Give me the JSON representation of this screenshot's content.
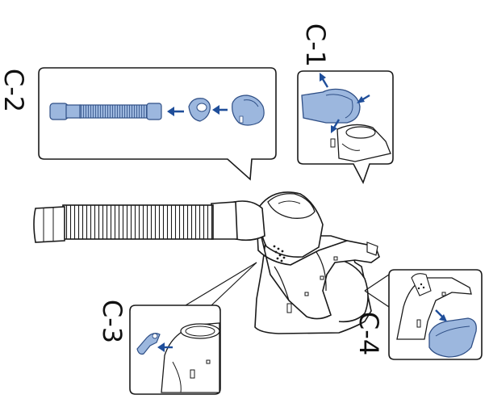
{
  "callouts": {
    "c1": {
      "label": "C-1"
    },
    "c2": {
      "label": "C-2"
    },
    "c3": {
      "label": "C-3"
    },
    "c4": {
      "label": "C-4"
    }
  },
  "colors": {
    "outline": "#1a1a1a",
    "part_fill": "#9cb7de",
    "part_stroke": "#2f4f86",
    "arrow": "#1f4e9a",
    "device_fill": "#ffffff"
  },
  "icons": {
    "direction_arrow": "direction-arrow-icon"
  }
}
